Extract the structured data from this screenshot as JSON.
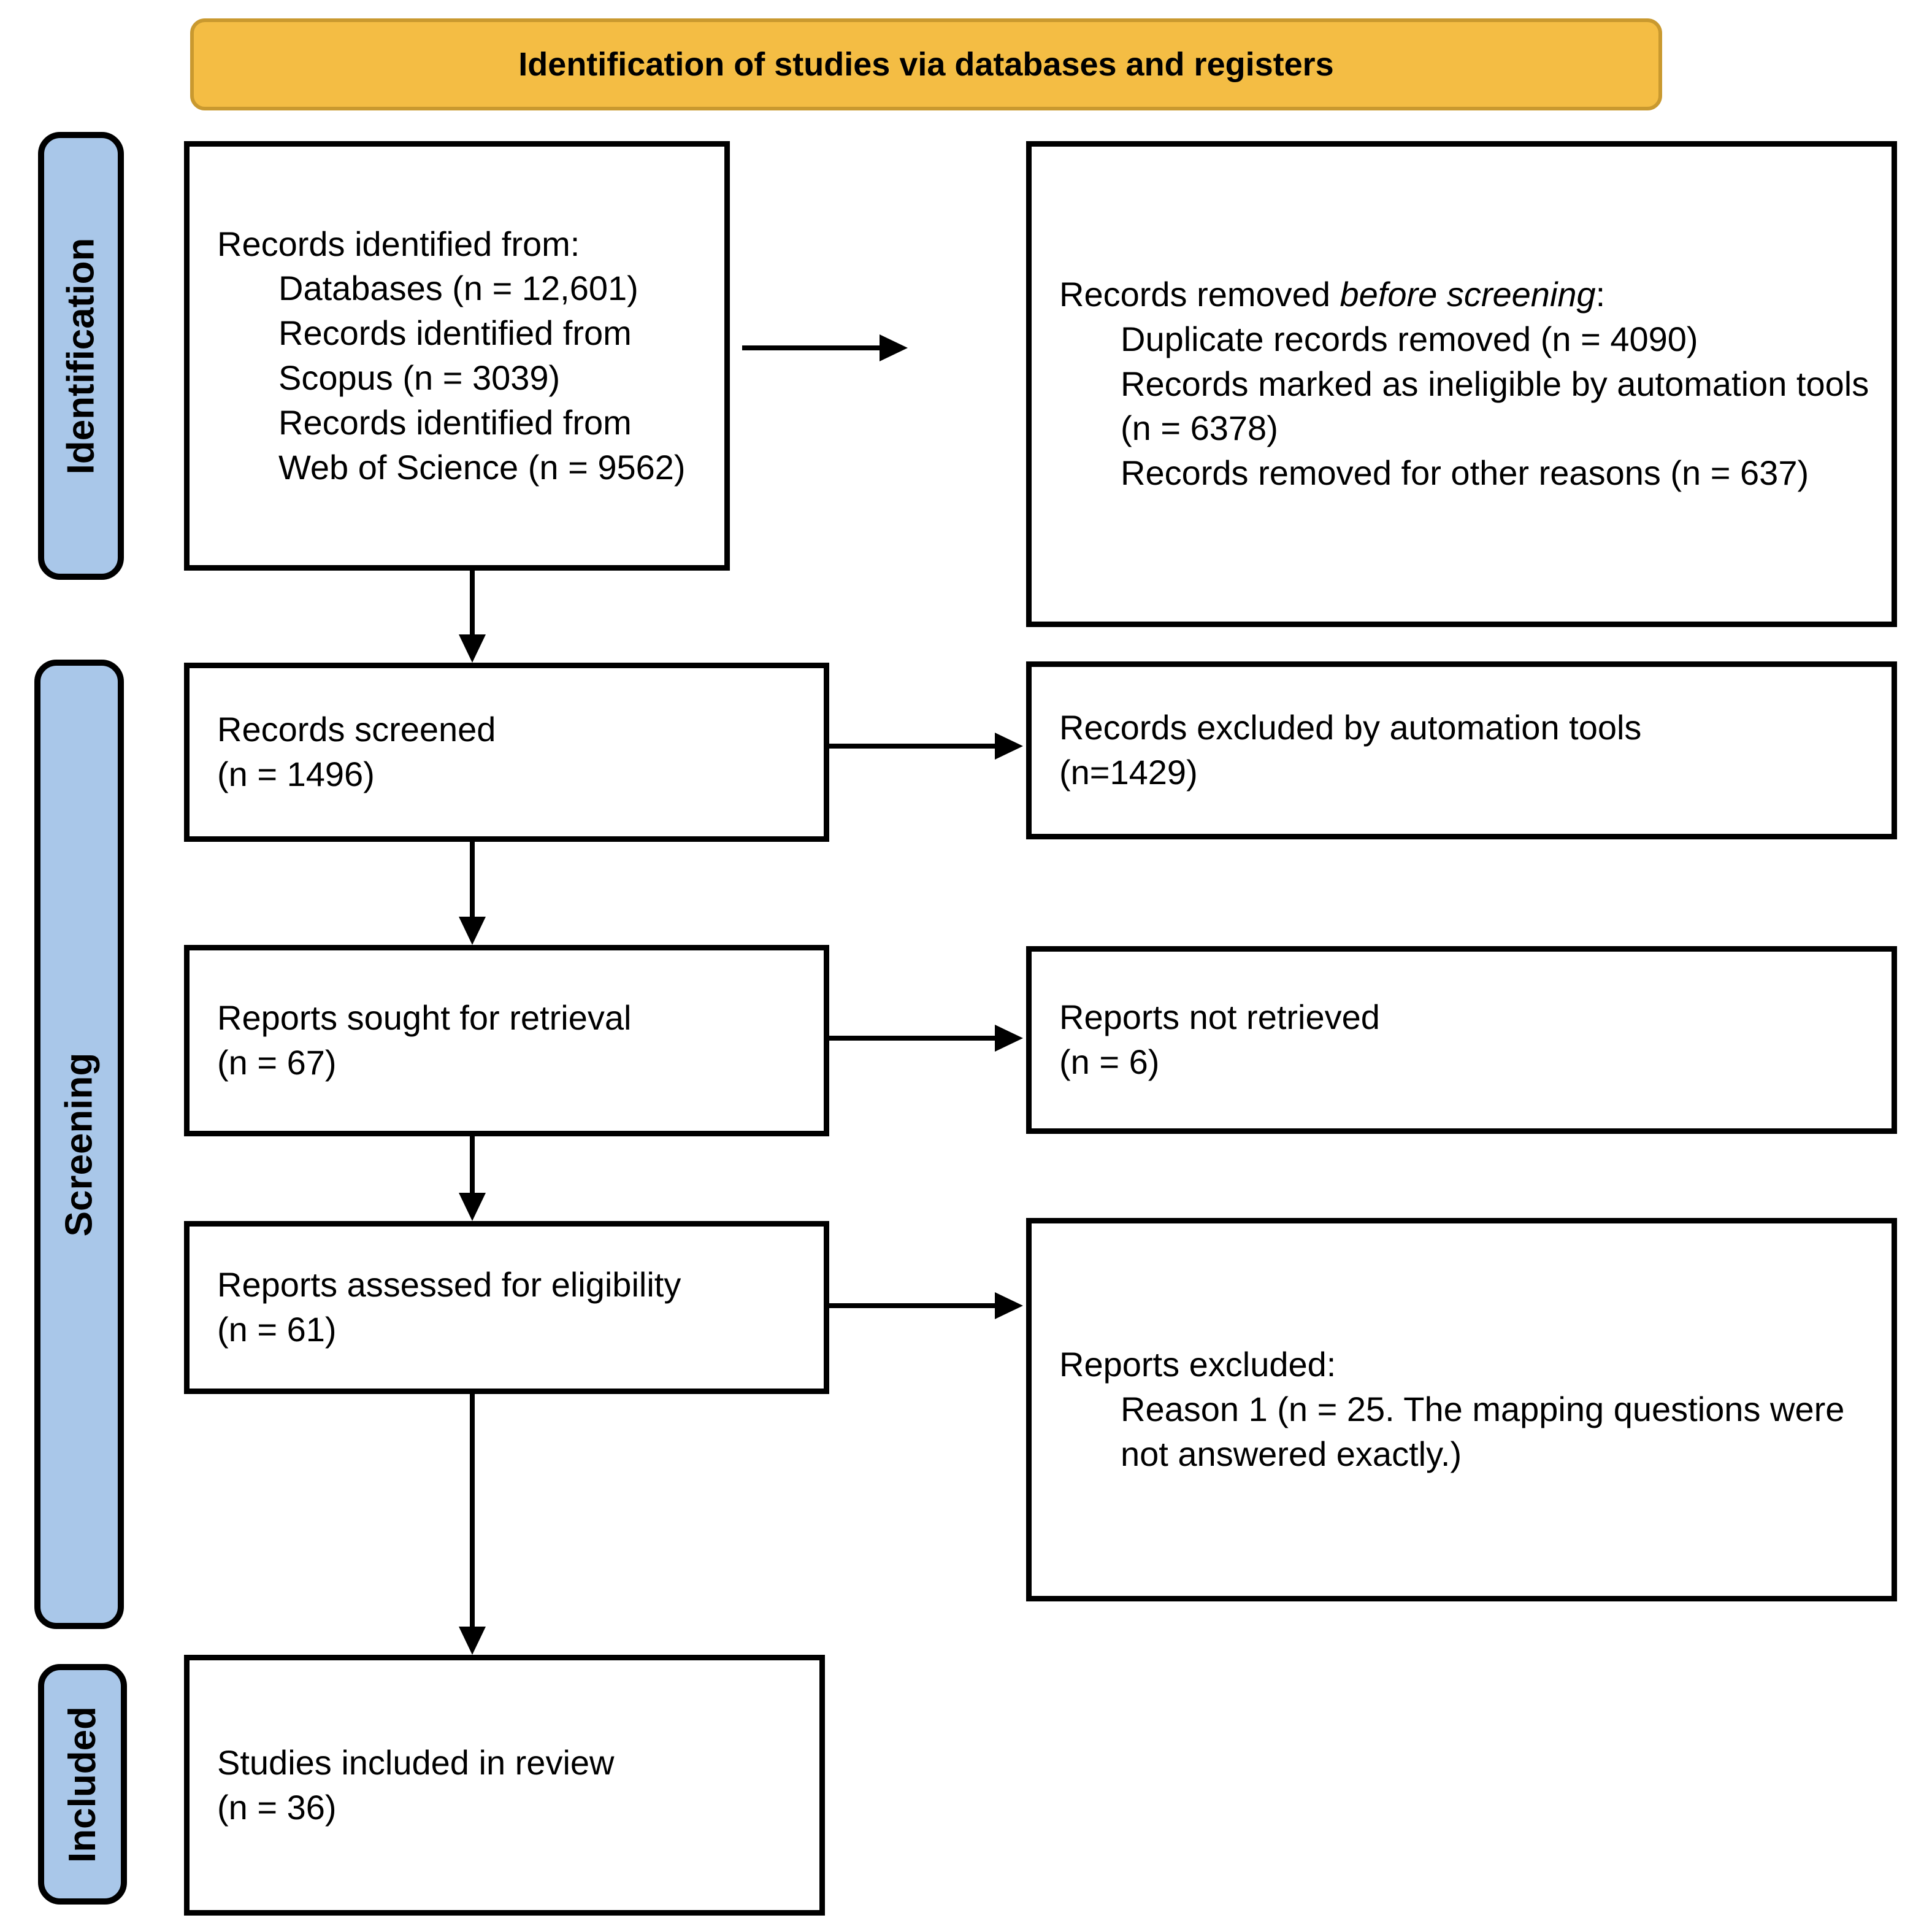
{
  "banner": {
    "title": "Identification of studies via databases and registers"
  },
  "stages": {
    "identification": "Identification",
    "screening": "Screening",
    "included": "Included"
  },
  "boxes": {
    "records_identified": {
      "header": "Records identified from:",
      "items": [
        "Databases (n = 12,601)",
        "Records identified from",
        "Scopus (n = 3039)",
        "Records identified from",
        "Web of Science (n = 9562)"
      ]
    },
    "records_removed": {
      "header_prefix": "Records removed ",
      "header_italic": "before screening",
      "header_suffix": ":",
      "items": [
        "Duplicate records removed (n = 4090)",
        "Records marked as ineligible by automation tools (n = 6378)",
        "Records removed for other reasons (n = 637)"
      ]
    },
    "records_screened": {
      "line1": "Records screened",
      "line2": "(n = 1496)"
    },
    "records_excluded": {
      "line1": "Records excluded by automation tools",
      "line2": "(n=1429)"
    },
    "reports_sought": {
      "line1": "Reports sought for retrieval",
      "line2": "(n = 67)"
    },
    "reports_not_retrieved": {
      "line1": "Reports not retrieved",
      "line2": "(n = 6)"
    },
    "reports_assessed": {
      "line1": "Reports assessed for eligibility",
      "line2": "(n = 61)"
    },
    "reports_excluded": {
      "header": "Reports excluded:",
      "items": [
        "Reason 1 (n = 25. The mapping questions were not answered exactly.)"
      ]
    },
    "studies_included": {
      "line1": "Studies included in review",
      "line2": "(n = 36)"
    }
  },
  "colors": {
    "banner_fill": "#F4BD44",
    "banner_border": "#C9992F",
    "stage_fill": "#A9C7E9"
  }
}
